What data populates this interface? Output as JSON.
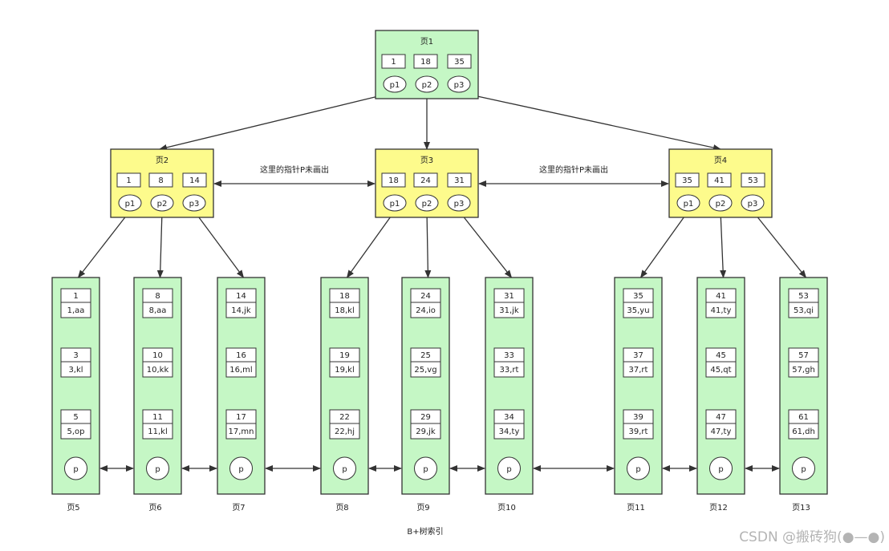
{
  "colors": {
    "leaf_fill": "#c5f7c5",
    "index_fill": "#fdfb8c",
    "stroke": "#333333"
  },
  "root": {
    "title": "页1",
    "keys": [
      "1",
      "18",
      "35"
    ],
    "pointers": [
      "p1",
      "p2",
      "p3"
    ]
  },
  "internal": [
    {
      "title": "页2",
      "keys": [
        "1",
        "8",
        "14"
      ],
      "pointers": [
        "p1",
        "p2",
        "p3"
      ]
    },
    {
      "title": "页3",
      "keys": [
        "18",
        "24",
        "31"
      ],
      "pointers": [
        "p1",
        "p2",
        "p3"
      ]
    },
    {
      "title": "页4",
      "keys": [
        "35",
        "41",
        "53"
      ],
      "pointers": [
        "p1",
        "p2",
        "p3"
      ]
    }
  ],
  "sibling_note": "这里的指针P未画出",
  "leaves": [
    {
      "label": "页5",
      "pointer": "p",
      "records": [
        {
          "key": "1",
          "val": "1,aa"
        },
        {
          "key": "3",
          "val": "3,kl"
        },
        {
          "key": "5",
          "val": "5,op"
        }
      ]
    },
    {
      "label": "页6",
      "pointer": "p",
      "records": [
        {
          "key": "8",
          "val": "8,aa"
        },
        {
          "key": "10",
          "val": "10,kk"
        },
        {
          "key": "11",
          "val": "11,kl"
        }
      ]
    },
    {
      "label": "页7",
      "pointer": "p",
      "records": [
        {
          "key": "14",
          "val": "14,jk"
        },
        {
          "key": "16",
          "val": "16,ml"
        },
        {
          "key": "17",
          "val": "17,mn"
        }
      ]
    },
    {
      "label": "页8",
      "pointer": "p",
      "records": [
        {
          "key": "18",
          "val": "18,kl"
        },
        {
          "key": "19",
          "val": "19,kl"
        },
        {
          "key": "22",
          "val": "22,hj"
        }
      ]
    },
    {
      "label": "页9",
      "pointer": "p",
      "records": [
        {
          "key": "24",
          "val": "24,io"
        },
        {
          "key": "25",
          "val": "25,vg"
        },
        {
          "key": "29",
          "val": "29,jk"
        }
      ]
    },
    {
      "label": "页10",
      "pointer": "p",
      "records": [
        {
          "key": "31",
          "val": "31,jk"
        },
        {
          "key": "33",
          "val": "33,rt"
        },
        {
          "key": "34",
          "val": "34,ty"
        }
      ]
    },
    {
      "label": "页11",
      "pointer": "p",
      "records": [
        {
          "key": "35",
          "val": "35,yu"
        },
        {
          "key": "37",
          "val": "37,rt"
        },
        {
          "key": "39",
          "val": "39,rt"
        }
      ]
    },
    {
      "label": "页12",
      "pointer": "p",
      "records": [
        {
          "key": "41",
          "val": "41,ty"
        },
        {
          "key": "45",
          "val": "45,qt"
        },
        {
          "key": "47",
          "val": "47,ty"
        }
      ]
    },
    {
      "label": "页13",
      "pointer": "p",
      "records": [
        {
          "key": "53",
          "val": "53,qi"
        },
        {
          "key": "57",
          "val": "57,gh"
        },
        {
          "key": "61",
          "val": "61,dh"
        }
      ]
    }
  ],
  "caption": "B+树索引",
  "watermark": "CSDN @搬砖狗(●—●)"
}
